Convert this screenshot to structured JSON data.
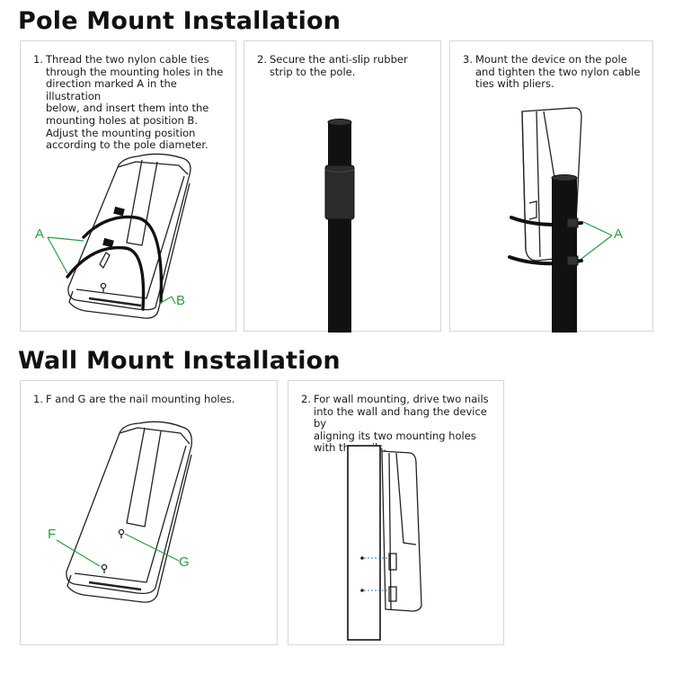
{
  "pole": {
    "title": "Pole Mount Installation",
    "steps": [
      {
        "num": "1.",
        "text": "Thread the two nylon cable ties\nthrough the mounting holes in the\ndirection marked A in the illustration\nbelow, and insert them into the\nmounting holes at position B.\nAdjust the mounting position\naccording to the pole diameter."
      },
      {
        "num": "2.",
        "text": "Secure the anti-slip rubber\nstrip to the pole."
      },
      {
        "num": "3.",
        "text": "Mount the device on the pole\nand tighten the two nylon cable\nties with pliers."
      }
    ],
    "labels": {
      "a1": "A",
      "b1": "B",
      "a3": "A"
    }
  },
  "wall": {
    "title": "Wall Mount Installation",
    "steps": [
      {
        "num": "1.",
        "text": "F and G are the nail mounting holes."
      },
      {
        "num": "2.",
        "text": "For wall mounting, drive two nails\ninto the wall and hang the device by\naligning its two mounting holes\nwith the nails."
      }
    ],
    "labels": {
      "f": "F",
      "g": "G"
    }
  },
  "colors": {
    "label": "#2a9d3a",
    "nail_guide": "#3a7bd5",
    "outline": "#222222",
    "border": "#d6d6d6"
  }
}
